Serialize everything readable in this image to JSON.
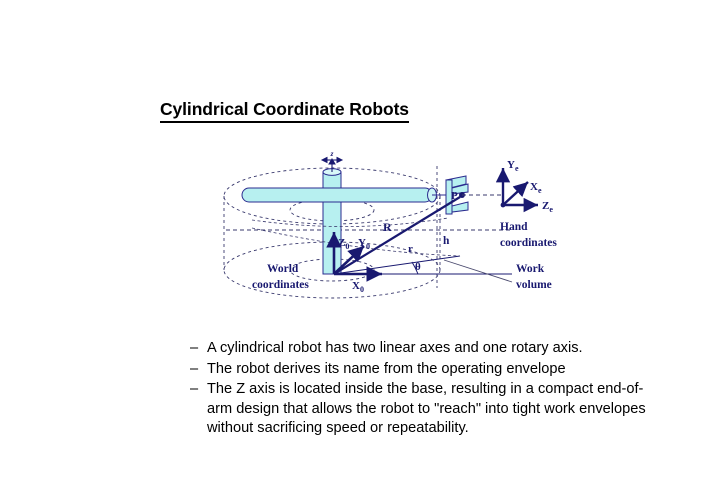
{
  "slide": {
    "title": "Cylindrical Coordinate Robots",
    "background_color": "#ffffff"
  },
  "figure": {
    "name": "cylindrical-robot-work-envelope-diagram",
    "colors": {
      "arm_fill": "#b7f0f0",
      "arm_stroke": "#2b2b8f",
      "ink": "#191970",
      "dashed": "#3a3a6e",
      "text": "#191970"
    },
    "labels": {
      "z_top": "z",
      "z0": "Z",
      "z0_sub": "0",
      "y0": "Y",
      "y0_sub": "0",
      "x0": "X",
      "x0_sub": "0",
      "R": "R",
      "r": "r",
      "theta": "θ",
      "h": "h",
      "P": "P",
      "world_line1": "World",
      "world_line2": "coordinates",
      "ye": "Y",
      "ye_sub": "e",
      "xe": "X",
      "xe_sub": "e",
      "ze": "Z",
      "ze_sub": "e",
      "hand_line1": "Hand",
      "hand_line2": "coordinates",
      "work_line1": "Work",
      "work_line2": "volume"
    }
  },
  "bullets": {
    "marker": "–",
    "items": [
      "A cylindrical robot has two linear axes and one rotary axis.",
      "The robot derives its name from the operating envelope",
      "The Z axis is located inside the base, resulting in a compact end-of-arm design that allows the robot to \"reach\" into tight work envelopes without sacrificing speed or repeatability."
    ]
  }
}
